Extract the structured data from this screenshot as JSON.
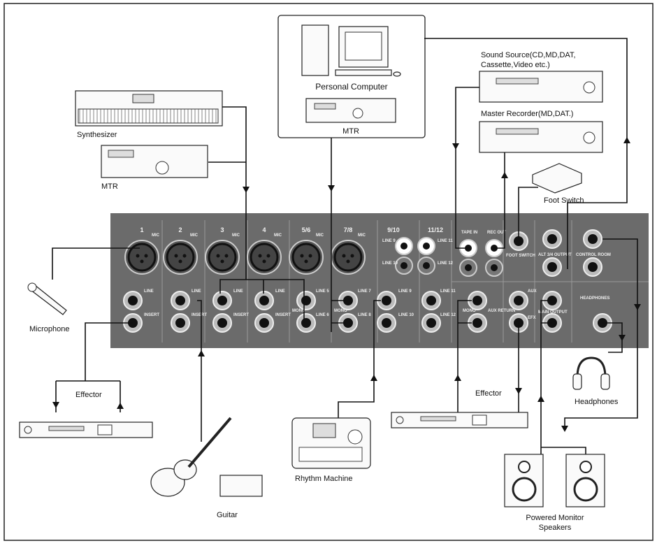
{
  "devices": {
    "personal_computer": "Personal Computer",
    "mtr_top": "MTR",
    "synthesizer": "Synthesizer",
    "mtr_left": "MTR",
    "sound_source_line1": "Sound Source(CD,MD,DAT,",
    "sound_source_line2": "Cassette,Video etc.)",
    "master_recorder": "Master Recorder(MD,DAT.)",
    "foot_switch": "Foot Switch",
    "microphone": "Microphone",
    "effector_left": "Effector",
    "effector_right": "Effector",
    "guitar": "Guitar",
    "rhythm_machine": "Rhythm Machine",
    "headphones": "Headphones",
    "speakers_line1": "Powered Monitor",
    "speakers_line2": "Speakers"
  },
  "mixer": {
    "channels": [
      "1",
      "2",
      "3",
      "4",
      "5/6",
      "7/8",
      "9/10",
      "11/12"
    ],
    "mic_label": "MIC",
    "jack_labels": {
      "ch1_line": "LINE",
      "ch1_insert": "INSERT",
      "ch2_line": "LINE",
      "ch2_insert": "INSERT",
      "ch3_line": "LINE",
      "ch3_insert": "INSERT",
      "ch4_line": "LINE",
      "ch4_insert": "INSERT",
      "ch56_l": "LINE 5",
      "ch56_r": "LINE 6",
      "mono_56": "MONO",
      "ch78_l": "LINE 7",
      "ch78_r": "LINE 8",
      "mono_78": "MONO",
      "rca_9": "LINE 9",
      "rca_10": "LINE 10",
      "rca_11": "LINE 11",
      "rca_12": "LINE 12",
      "line9": "LINE 9",
      "line10": "LINE 10",
      "line11": "LINE 11",
      "line12": "LINE 12",
      "tape_in": "TAPE IN",
      "rec_out": "REC OUT",
      "foot_switch": "FOOT SWITCH",
      "alt_output": "ALT 3/4 OUTPUT",
      "control_room": "CONTROL ROOM",
      "aux_return": "AUX RETURN",
      "aux_mono": "MONO",
      "aux": "AUX",
      "efx": "EFX",
      "main_output": "MAIN OUTPUT",
      "headphones": "HEADPHONES"
    }
  },
  "colors": {
    "panel": "#6b6b6b",
    "line": "#111111"
  }
}
